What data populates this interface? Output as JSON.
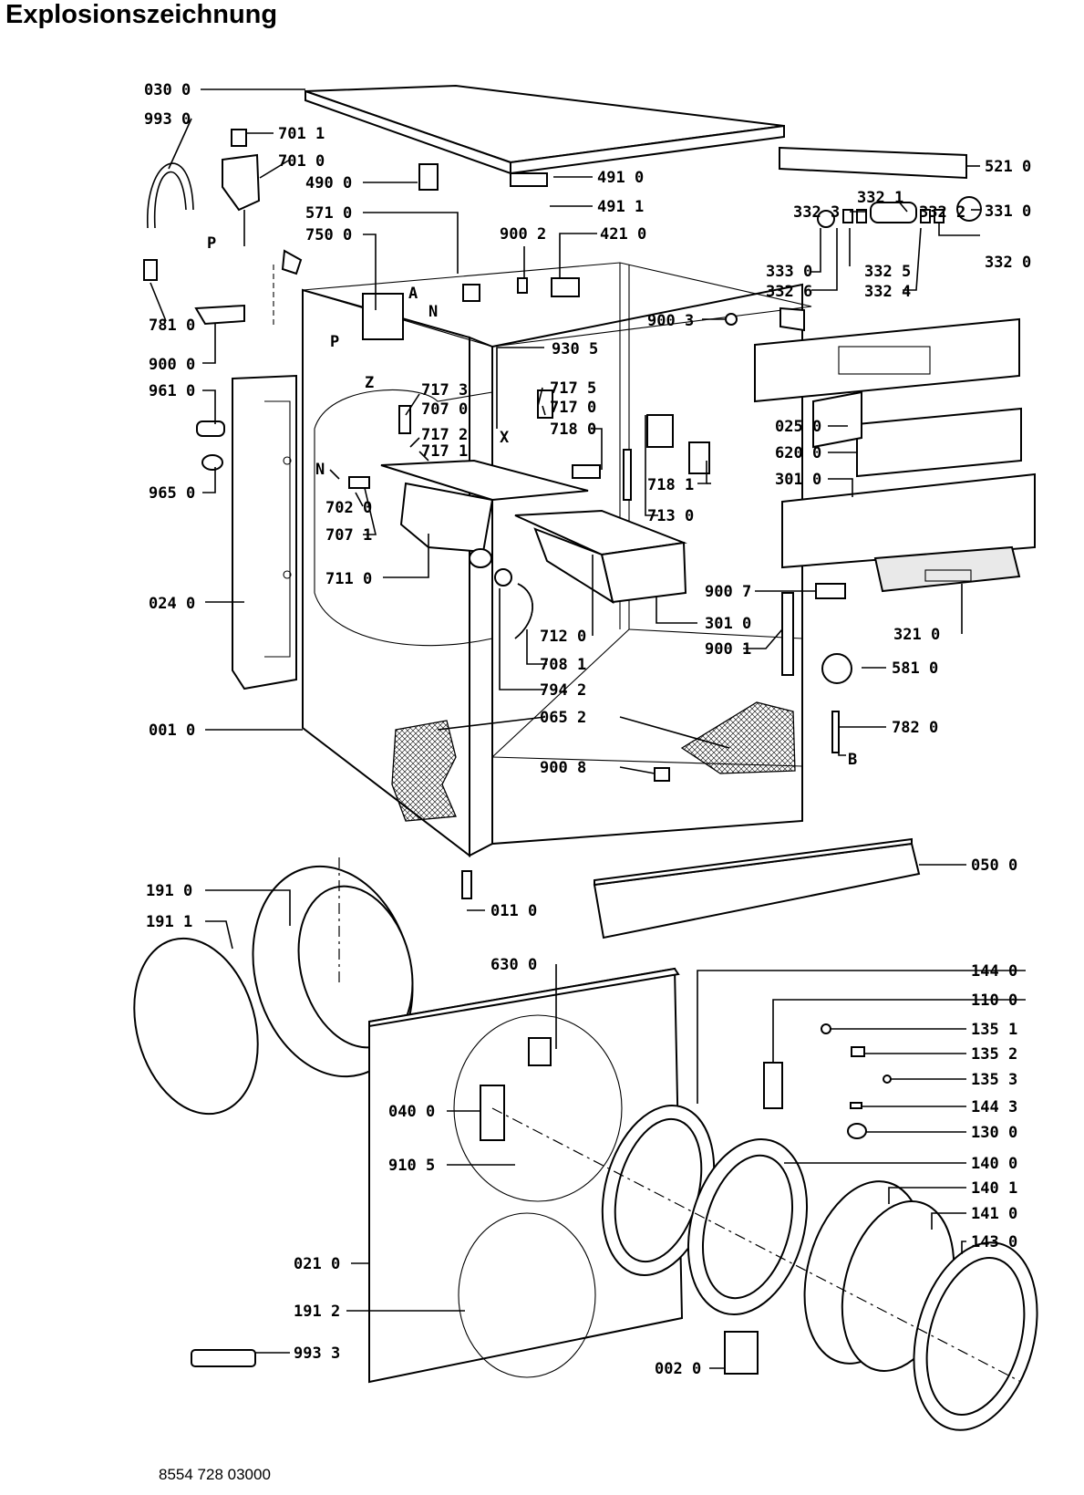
{
  "title": "Explosionszeichnung",
  "document_number": "8554 728 03000",
  "letters": [
    "A",
    "N",
    "P",
    "Z",
    "N",
    "X",
    "P",
    "B"
  ],
  "labels": [
    "030 0",
    "993 0",
    "701 1",
    "701 0",
    "490 0",
    "491 0",
    "491 1",
    "521 0",
    "571 0",
    "750 0",
    "900 2",
    "421 0",
    "332 1",
    "332 3",
    "332 2",
    "331 0",
    "333 0",
    "332 5",
    "332 0",
    "332 6",
    "332 4",
    "781 0",
    "900 0",
    "900 3",
    "930 5",
    "961 0",
    "717 3",
    "707 0",
    "717 5",
    "717 0",
    "717 2",
    "717 1",
    "718 0",
    "025 0",
    "620 0",
    "965 0",
    "718 1",
    "301 0",
    "702 0",
    "707 1",
    "713 0",
    "711 0",
    "900 7",
    "024 0",
    "712 0",
    "301 0",
    "900 1",
    "708 1",
    "321 0",
    "581 0",
    "794 2",
    "001 0",
    "065 2",
    "782 0",
    "900 8",
    "050 0",
    "191 0",
    "011 0",
    "191 1",
    "630 0",
    "144 0",
    "110 0",
    "135 1",
    "135 2",
    "135 3",
    "144 3",
    "040 0",
    "130 0",
    "910 5",
    "140 0",
    "140 1",
    "141 0",
    "021 0",
    "143 0",
    "191 2",
    "993 3",
    "002 0"
  ]
}
